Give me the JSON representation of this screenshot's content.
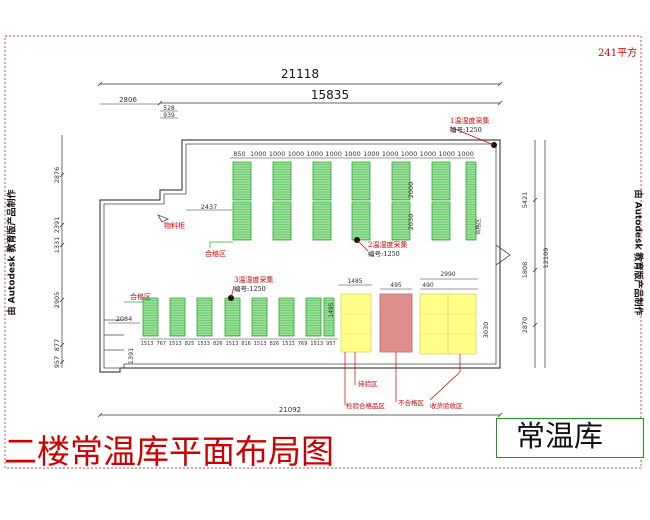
{
  "sheet": {
    "title": "二楼常温库平面布局图",
    "stamp": "常温库",
    "area": "241平方",
    "edu_note": "由 Autodesk 教育版产品制作"
  },
  "dimensions": {
    "overall_width": "21118",
    "inner_width": "15835",
    "bottom_width": "21092",
    "top_left_a": "2806",
    "top_left_b": "528",
    "top_left_c": "939",
    "top_row_cells": [
      "850",
      "1000",
      "1000",
      "1000",
      "1000",
      "1000",
      "1000",
      "1000",
      "1000",
      "1000",
      "1000",
      "1000",
      "1000"
    ],
    "mid_small": "2437",
    "right_inner_a": "2000",
    "right_inner_b": "2030",
    "left_upper": "2876",
    "left_mid": "2391",
    "left_small": "1331",
    "left_lower": "2905",
    "left_bottom_a": "877",
    "left_bottom_b": "957",
    "right_outer_a": "5421",
    "right_outer_b": "12109",
    "right_outer_c": "1808",
    "right_outer_d": "2870",
    "lower_left": "2084",
    "lower_small": "1391",
    "zone_w_a": "1485",
    "zone_w_b": "495",
    "zone_w_c": "490",
    "zone_w_d": "2990",
    "zone_h": "1495",
    "zone_h_right": "3030",
    "bottom_cells": [
      "1513",
      "767",
      "1513",
      "825",
      "1513",
      "826",
      "1513",
      "816",
      "1513",
      "826",
      "1513",
      "769",
      "1513",
      "957"
    ]
  },
  "labels": {
    "sensor1": "1温湿度采集",
    "sensor1_id": "编号:1250",
    "sensor2": "2温湿度采集",
    "sensor2_id": "编号:1250",
    "sensor3": "3温湿度采集",
    "sensor3_id": "编号:1250",
    "pallet_zone": "物料柜",
    "qualified_zone_1": "合格区",
    "qualified_zone_2": "合格区",
    "right_edge_zone": "合格区",
    "pending_zone": "待验区",
    "inspected_zone": "检验合格品区",
    "unqualified_zone": "不合格区",
    "receiving_zone": "收货验收区"
  },
  "colors": {
    "wall": "#4a4a4a",
    "dimension": "#333333",
    "shelf_fill": "#9be09b",
    "shelf_line": "#2ea82e",
    "pending_fill": "#ffff88",
    "unqualified_fill": "#e79a9a",
    "annotation": "#cc0000",
    "stamp_border": "#1a9a1a"
  }
}
